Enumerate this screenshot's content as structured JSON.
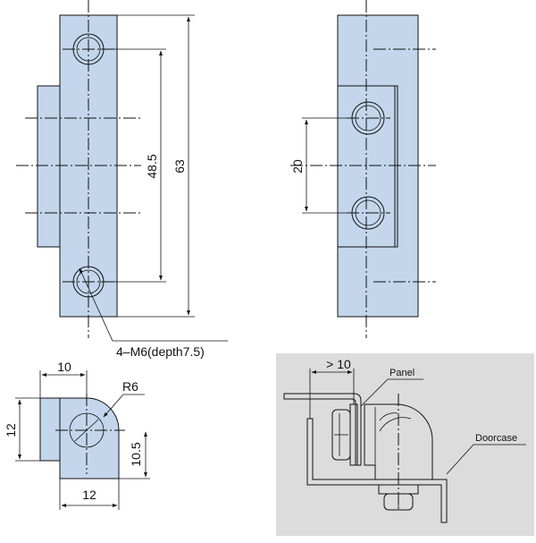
{
  "colors": {
    "part_fill": "#c3d6ec",
    "line": "#111111",
    "inset_background": "#dcdcdc",
    "inset_part_fill": "#ffffff"
  },
  "front_view": {
    "dim_overall": "63",
    "dim_hole_pitch": "48.5",
    "thread_note": "4–M6(depth7.5)"
  },
  "side_view": {
    "dim_hole_pitch": "20"
  },
  "profile_view": {
    "dim_top": "10",
    "dim_radius": "R6",
    "dim_left": "12",
    "dim_right": "10.5",
    "dim_bottom": "12"
  },
  "installation": {
    "dim_clearance": "> 10",
    "label_panel": "Panel",
    "label_doorcase": "Doorcase"
  }
}
